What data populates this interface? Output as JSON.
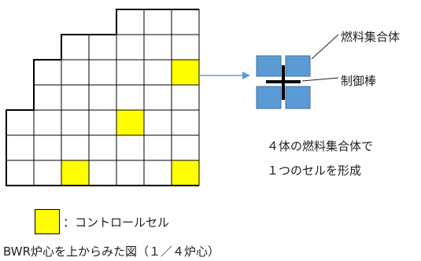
{
  "fuel_assembly_label": "燃料集合体",
  "control_rod_label": "制御棒",
  "cell_description_line1": "４体の燃料集合体で",
  "cell_description_line2": "１つのセルを形成",
  "legend_label": "：コントロールセル",
  "caption": "BWR炉心を上からみた図（１／４炉心）",
  "colors": {
    "control_cell": "#ffff00",
    "fuel_assembly": "#5b9bd5",
    "arrow": "#5b9bd5",
    "grid_line": "#000000"
  },
  "core_grid": {
    "columns": 7,
    "rows": 7,
    "row_cell_counts": [
      3,
      5,
      6,
      6,
      7,
      7,
      7
    ],
    "control_cells": [
      {
        "row": 2,
        "col": 6
      },
      {
        "row": 4,
        "col": 4
      },
      {
        "row": 6,
        "col": 2
      },
      {
        "row": 6,
        "col": 6
      }
    ]
  }
}
